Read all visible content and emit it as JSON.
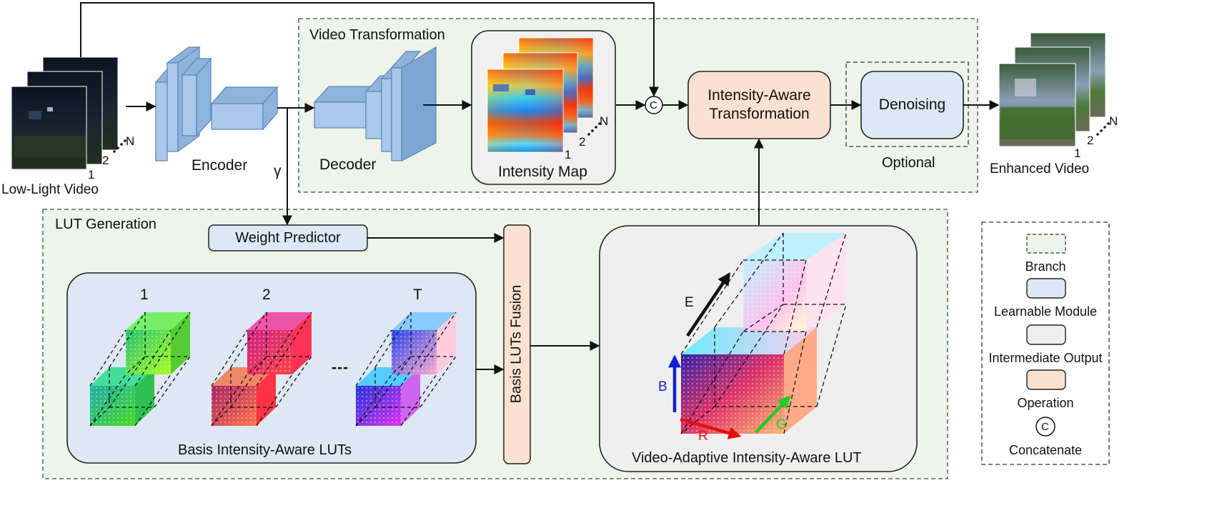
{
  "inputs": {
    "low_light_label": "Low-Light Video",
    "enhanced_label": "Enhanced Video",
    "frame_index_1": "1",
    "frame_index_2": "2",
    "frame_index_n": "N"
  },
  "encoder": {
    "label": "Encoder",
    "gamma": "γ"
  },
  "video_transformation": {
    "title": "Video Transformation",
    "decoder_label": "Decoder",
    "intensity_map_label": "Intensity Map",
    "concat_symbol": "C",
    "transform_label": "Intensity-Aware Transformation",
    "denoising_label": "Denoising",
    "optional_label": "Optional"
  },
  "lut_generation": {
    "title": "LUT Generation",
    "weight_predictor_label": "Weight Predictor",
    "fusion_label": "Basis LUTs Fusion",
    "basis_panel_label": "Basis Intensity-Aware LUTs",
    "basis_indices": [
      "1",
      "2",
      "T"
    ],
    "ellipsis": "---",
    "adaptive_panel_label": "Video-Adaptive Intensity-Aware LUT",
    "axis_labels": {
      "e": "E",
      "b": "B",
      "r": "R",
      "g": "G"
    }
  },
  "legend": {
    "items": [
      {
        "label": "Branch",
        "fill": "#eef4ea",
        "dashed": true
      },
      {
        "label": "Learnable Module",
        "fill": "#dce8f5",
        "dashed": false
      },
      {
        "label": "Intermediate Output",
        "fill": "#eeeeee",
        "dashed": false
      },
      {
        "label": "Operation",
        "fill": "#fbe1cf",
        "dashed": false
      }
    ],
    "concat_symbol": "C",
    "concat_label": "Concatenate"
  },
  "colors": {
    "branch_fill": "#eef4ea",
    "learnable_fill": "#dce8f5",
    "intermediate_fill": "#eeeeee",
    "operation_fill": "#fbe1cf",
    "axis_blue": "#1520cc",
    "axis_red": "#e31010",
    "axis_green": "#22cc22"
  }
}
